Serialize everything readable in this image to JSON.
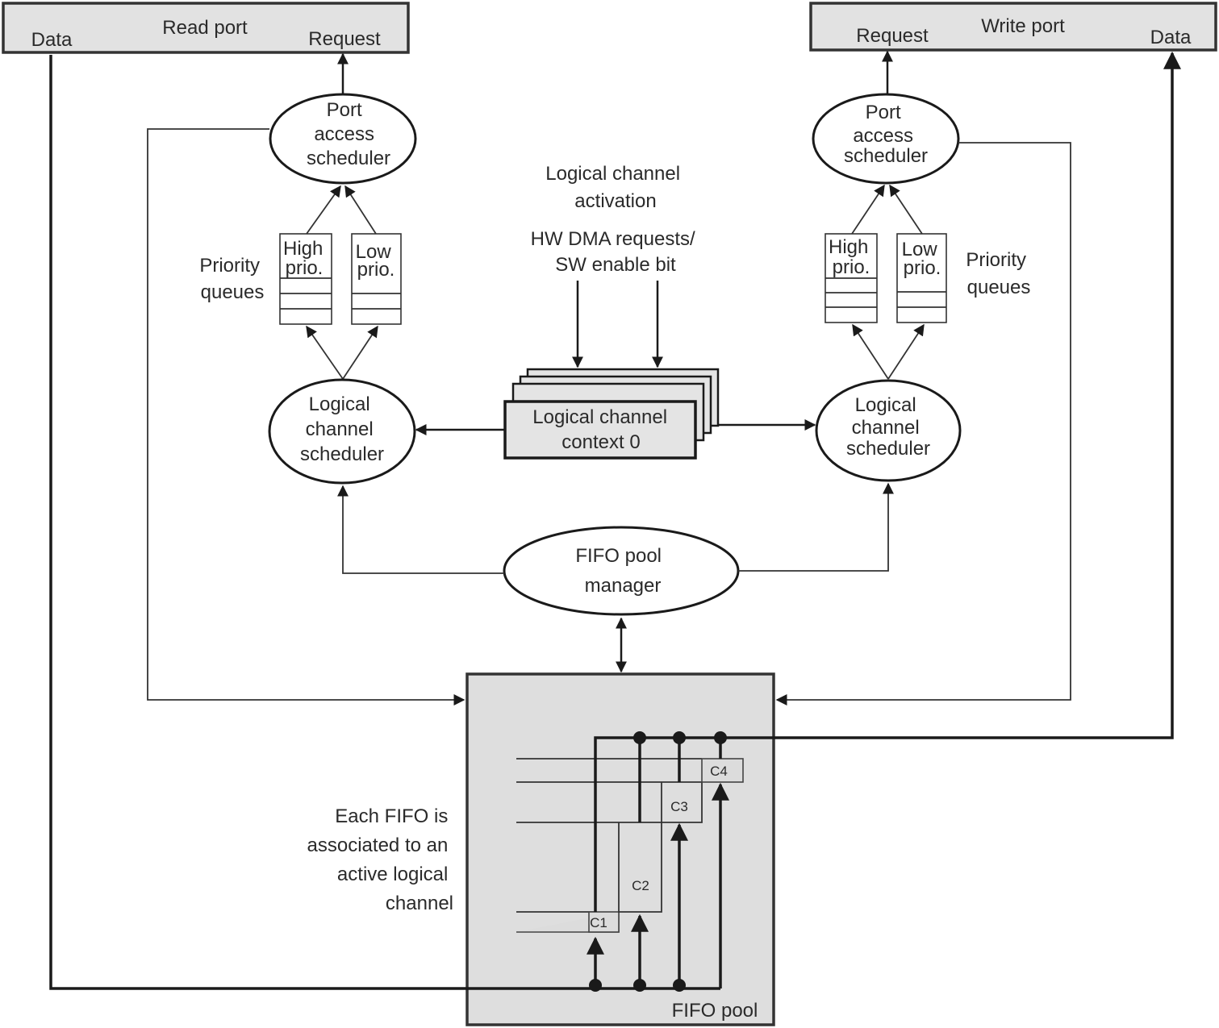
{
  "read_port": {
    "title": "Read port",
    "data_label": "Data",
    "request_label": "Request"
  },
  "write_port": {
    "title": "Write port",
    "request_label": "Request",
    "data_label": "Data"
  },
  "left_side": {
    "port_scheduler": [
      "Port",
      "access",
      "scheduler"
    ],
    "priority_label": [
      "Priority",
      "queues"
    ],
    "high_queue": [
      "High",
      "prio."
    ],
    "low_queue": [
      "Low",
      "prio."
    ],
    "channel_scheduler": [
      "Logical",
      "channel",
      "scheduler"
    ]
  },
  "right_side": {
    "port_scheduler": [
      "Port",
      "access",
      "scheduler"
    ],
    "priority_label": [
      "Priority",
      "queues"
    ],
    "high_queue": [
      "High",
      "prio."
    ],
    "low_queue": [
      "Low",
      "prio."
    ],
    "channel_scheduler": [
      "Logical",
      "channel",
      "scheduler"
    ]
  },
  "center": {
    "activation_title": [
      "Logical channel",
      "activation"
    ],
    "activation_sources": [
      "HW DMA requests/",
      "SW enable bit"
    ],
    "context": [
      "Logical channel",
      "context 0"
    ],
    "pool_manager": [
      "FIFO pool",
      "manager"
    ]
  },
  "fifo_pool": {
    "label": "FIFO pool",
    "note": [
      "Each FIFO is",
      "associated to an",
      "active logical",
      "channel"
    ],
    "fifos": [
      "C1",
      "C2",
      "C3",
      "C4"
    ]
  },
  "colors": {
    "box_fill": "#e2e2e2",
    "pool_fill": "#dedede",
    "line": "#1a1a1a"
  }
}
